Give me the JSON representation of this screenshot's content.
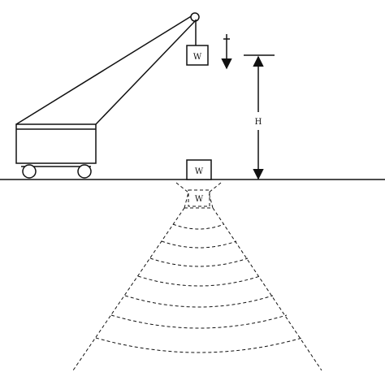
{
  "diagram": {
    "weight_label_hanging": "W",
    "weight_label_surface": "W",
    "weight_label_embedded": "W",
    "height_label": "H"
  },
  "colors": {
    "line": "#111111",
    "background": "#ffffff"
  }
}
